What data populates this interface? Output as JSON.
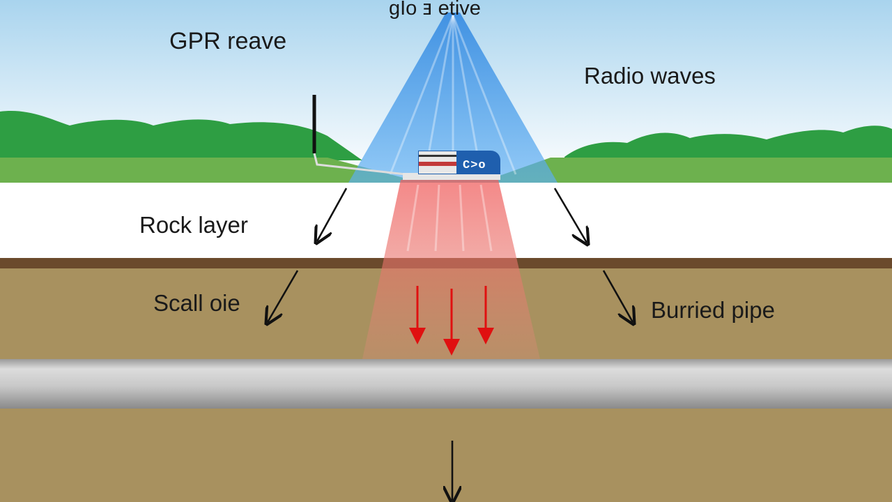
{
  "labels": {
    "top": "gIo ⱻ etive",
    "gpr": "GPR reave",
    "radio": "Radio waves",
    "rock": "Rock layer",
    "scall": "Scall oie",
    "pipe": "Burried pipe"
  },
  "device": {
    "screen_text": "C>o"
  },
  "colors": {
    "sky_top": "#a9d4ee",
    "sky_bottom": "#ffffff",
    "hills": "#2e9e43",
    "grass": "#6db14e",
    "rock_layer": "#ffffff",
    "soil_line": "#6b4a2c",
    "soil": "#a8915f",
    "pipe": "#c9c9c9",
    "beam_blue": "#2f86e0",
    "beam_red": "#ee4444",
    "arrow_red": "#e01010",
    "arrow_black": "#111111"
  }
}
